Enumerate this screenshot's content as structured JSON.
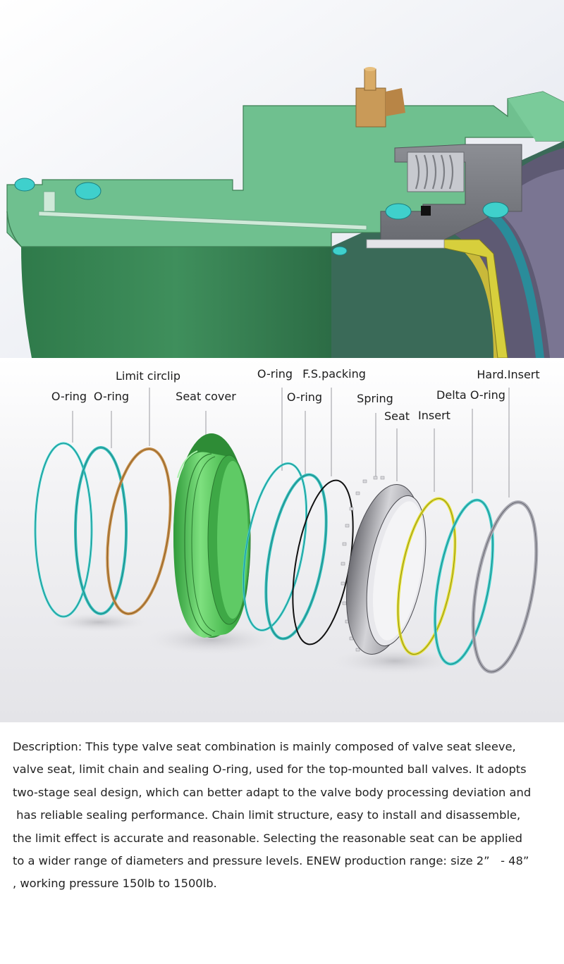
{
  "labels": {
    "oring_1": "O-ring",
    "oring_2": "O-ring",
    "limit_circlip": "Limit circlip",
    "seat_cover": "Seat cover",
    "oring_3": "O-ring",
    "oring_4": "O-ring",
    "fs_packing": "F.S.packing",
    "spring": "Spring",
    "seat": "Seat",
    "insert": "Insert",
    "delta_oring": "Delta O-ring",
    "hard_insert": "Hard.Insert"
  },
  "description": {
    "lines": [
      "Description: This type valve seat combination is mainly composed of valve seat sleeve,",
      "valve seat, limit chain and sealing O-ring, used for the top-mounted ball valves. It adopts",
      "two-stage seal design, which can better adapt to the valve body processing deviation and",
      " has reliable sealing performance. Chain limit structure, easy to install and disassemble,",
      "the limit effect is accurate and reasonable. Selecting the reasonable seat can be applied",
      "to a wider range of diameters and pressure levels. ENEW production range: size 2”   - 48”",
      ", working pressure 150lb to 1500lb."
    ]
  },
  "colors": {
    "body_green": "#6fc08f",
    "oring_cyan": "#3fd0cc",
    "circlip_bronze": "#c8904a",
    "seat_grey": "#9a9a9e",
    "insert_yellow": "#e6e236",
    "hard_insert_grey": "#a9a9b2"
  }
}
